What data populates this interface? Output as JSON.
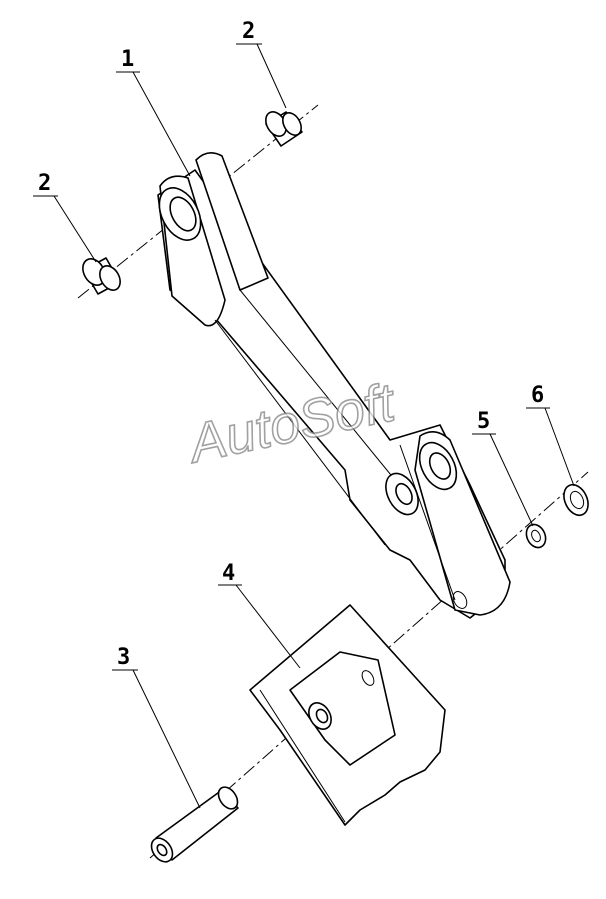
{
  "callouts": [
    {
      "id": "1",
      "text": "1"
    },
    {
      "id": "2a",
      "text": "2"
    },
    {
      "id": "2b",
      "text": "2"
    },
    {
      "id": "3",
      "text": "3"
    },
    {
      "id": "4",
      "text": "4"
    },
    {
      "id": "5",
      "text": "5"
    },
    {
      "id": "6",
      "text": "6"
    }
  ],
  "watermark": "AutoSoft"
}
